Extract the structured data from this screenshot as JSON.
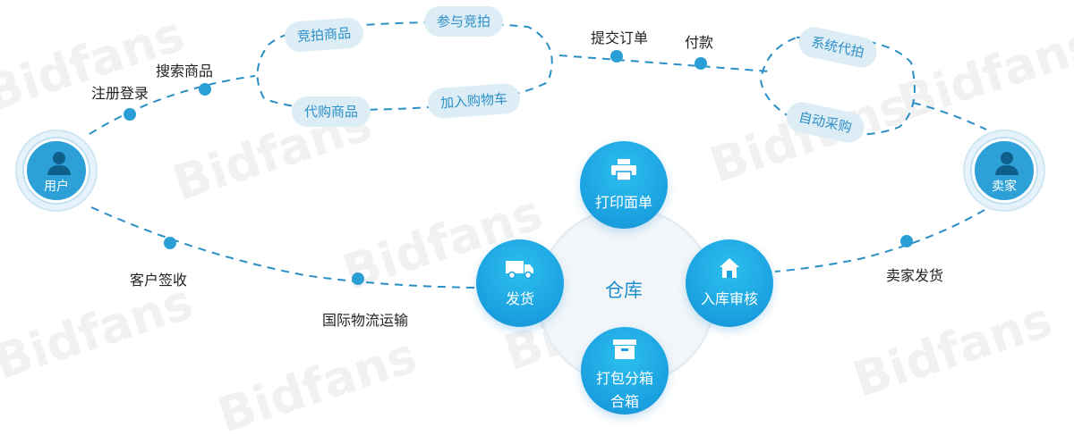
{
  "watermark": "Bidfans",
  "actors": {
    "user": "用户",
    "seller": "卖家"
  },
  "purchase_modes": {
    "auction_goods": "竞拍商品",
    "join_auction": "参与竞拍",
    "proxy_goods": "代购商品",
    "add_to_cart": "加入购物车"
  },
  "seller_modes": {
    "system_bid": "系统代拍",
    "auto_purchase": "自动采购"
  },
  "steps": {
    "register_login": "注册登录",
    "search_goods": "搜索商品",
    "submit_order": "提交订单",
    "payment": "付款",
    "seller_ship": "卖家发货",
    "intl_logistics": "国际物流运输",
    "customer_sign": "客户签收"
  },
  "warehouse": {
    "title": "仓库",
    "print_label": "打印面单",
    "inbound_review": "入库审核",
    "pack_box": "打包分箱",
    "pack_merge": "合箱",
    "ship": "发货"
  }
}
